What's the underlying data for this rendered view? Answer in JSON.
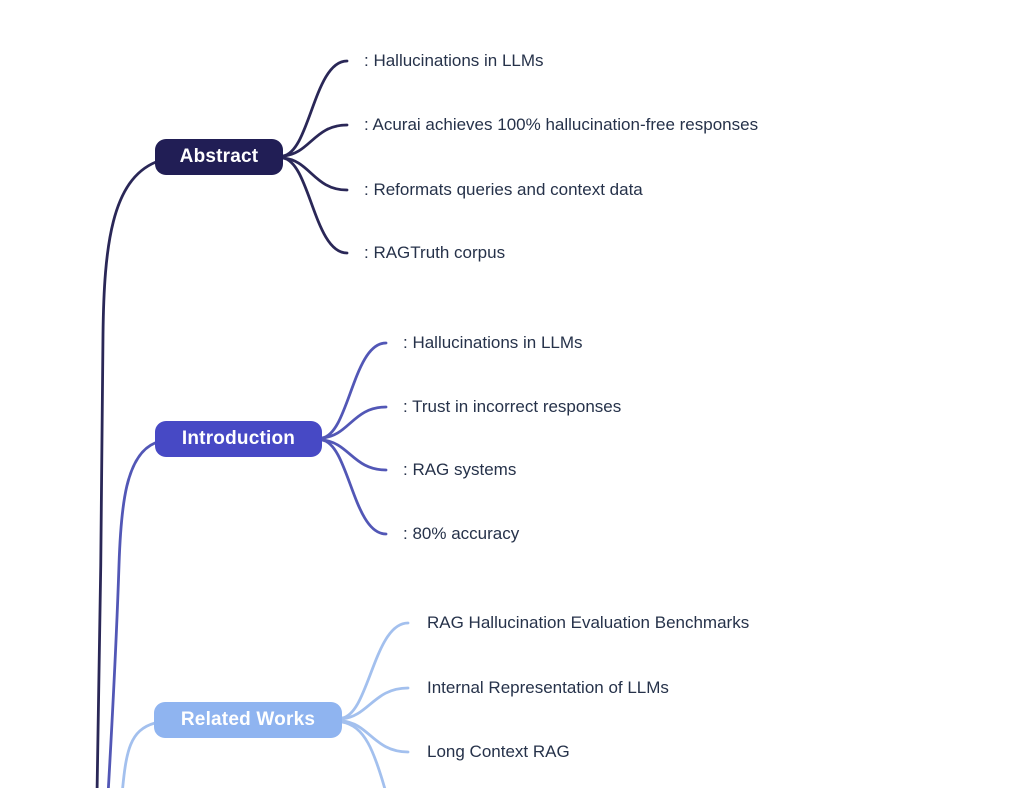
{
  "background_color": "#ffffff",
  "child_text_color": "#26324a",
  "sections": [
    {
      "label": "Abstract",
      "node_color": "#211e55",
      "node_text_color": "#ffffff",
      "branch_color": "#2a2757",
      "children": [
        ": Hallucinations in LLMs",
        ": Acurai achieves 100% hallucination-free responses",
        ": Reformats queries and context data",
        ": RAGTruth corpus"
      ]
    },
    {
      "label": "Introduction",
      "node_color": "#4749c5",
      "node_text_color": "#ffffff",
      "branch_color": "#5257b6",
      "children": [
        ": Hallucinations in LLMs",
        ": Trust in incorrect responses",
        ": RAG systems",
        ": 80% accuracy"
      ]
    },
    {
      "label": "Related Works",
      "node_color": "#8fb4f0",
      "node_text_color": "#ffffff",
      "branch_color": "#a3c0ee",
      "children": [
        "RAG Hallucination Evaluation Benchmarks",
        "Internal Representation of LLMs",
        "Long Context RAG"
      ]
    }
  ]
}
